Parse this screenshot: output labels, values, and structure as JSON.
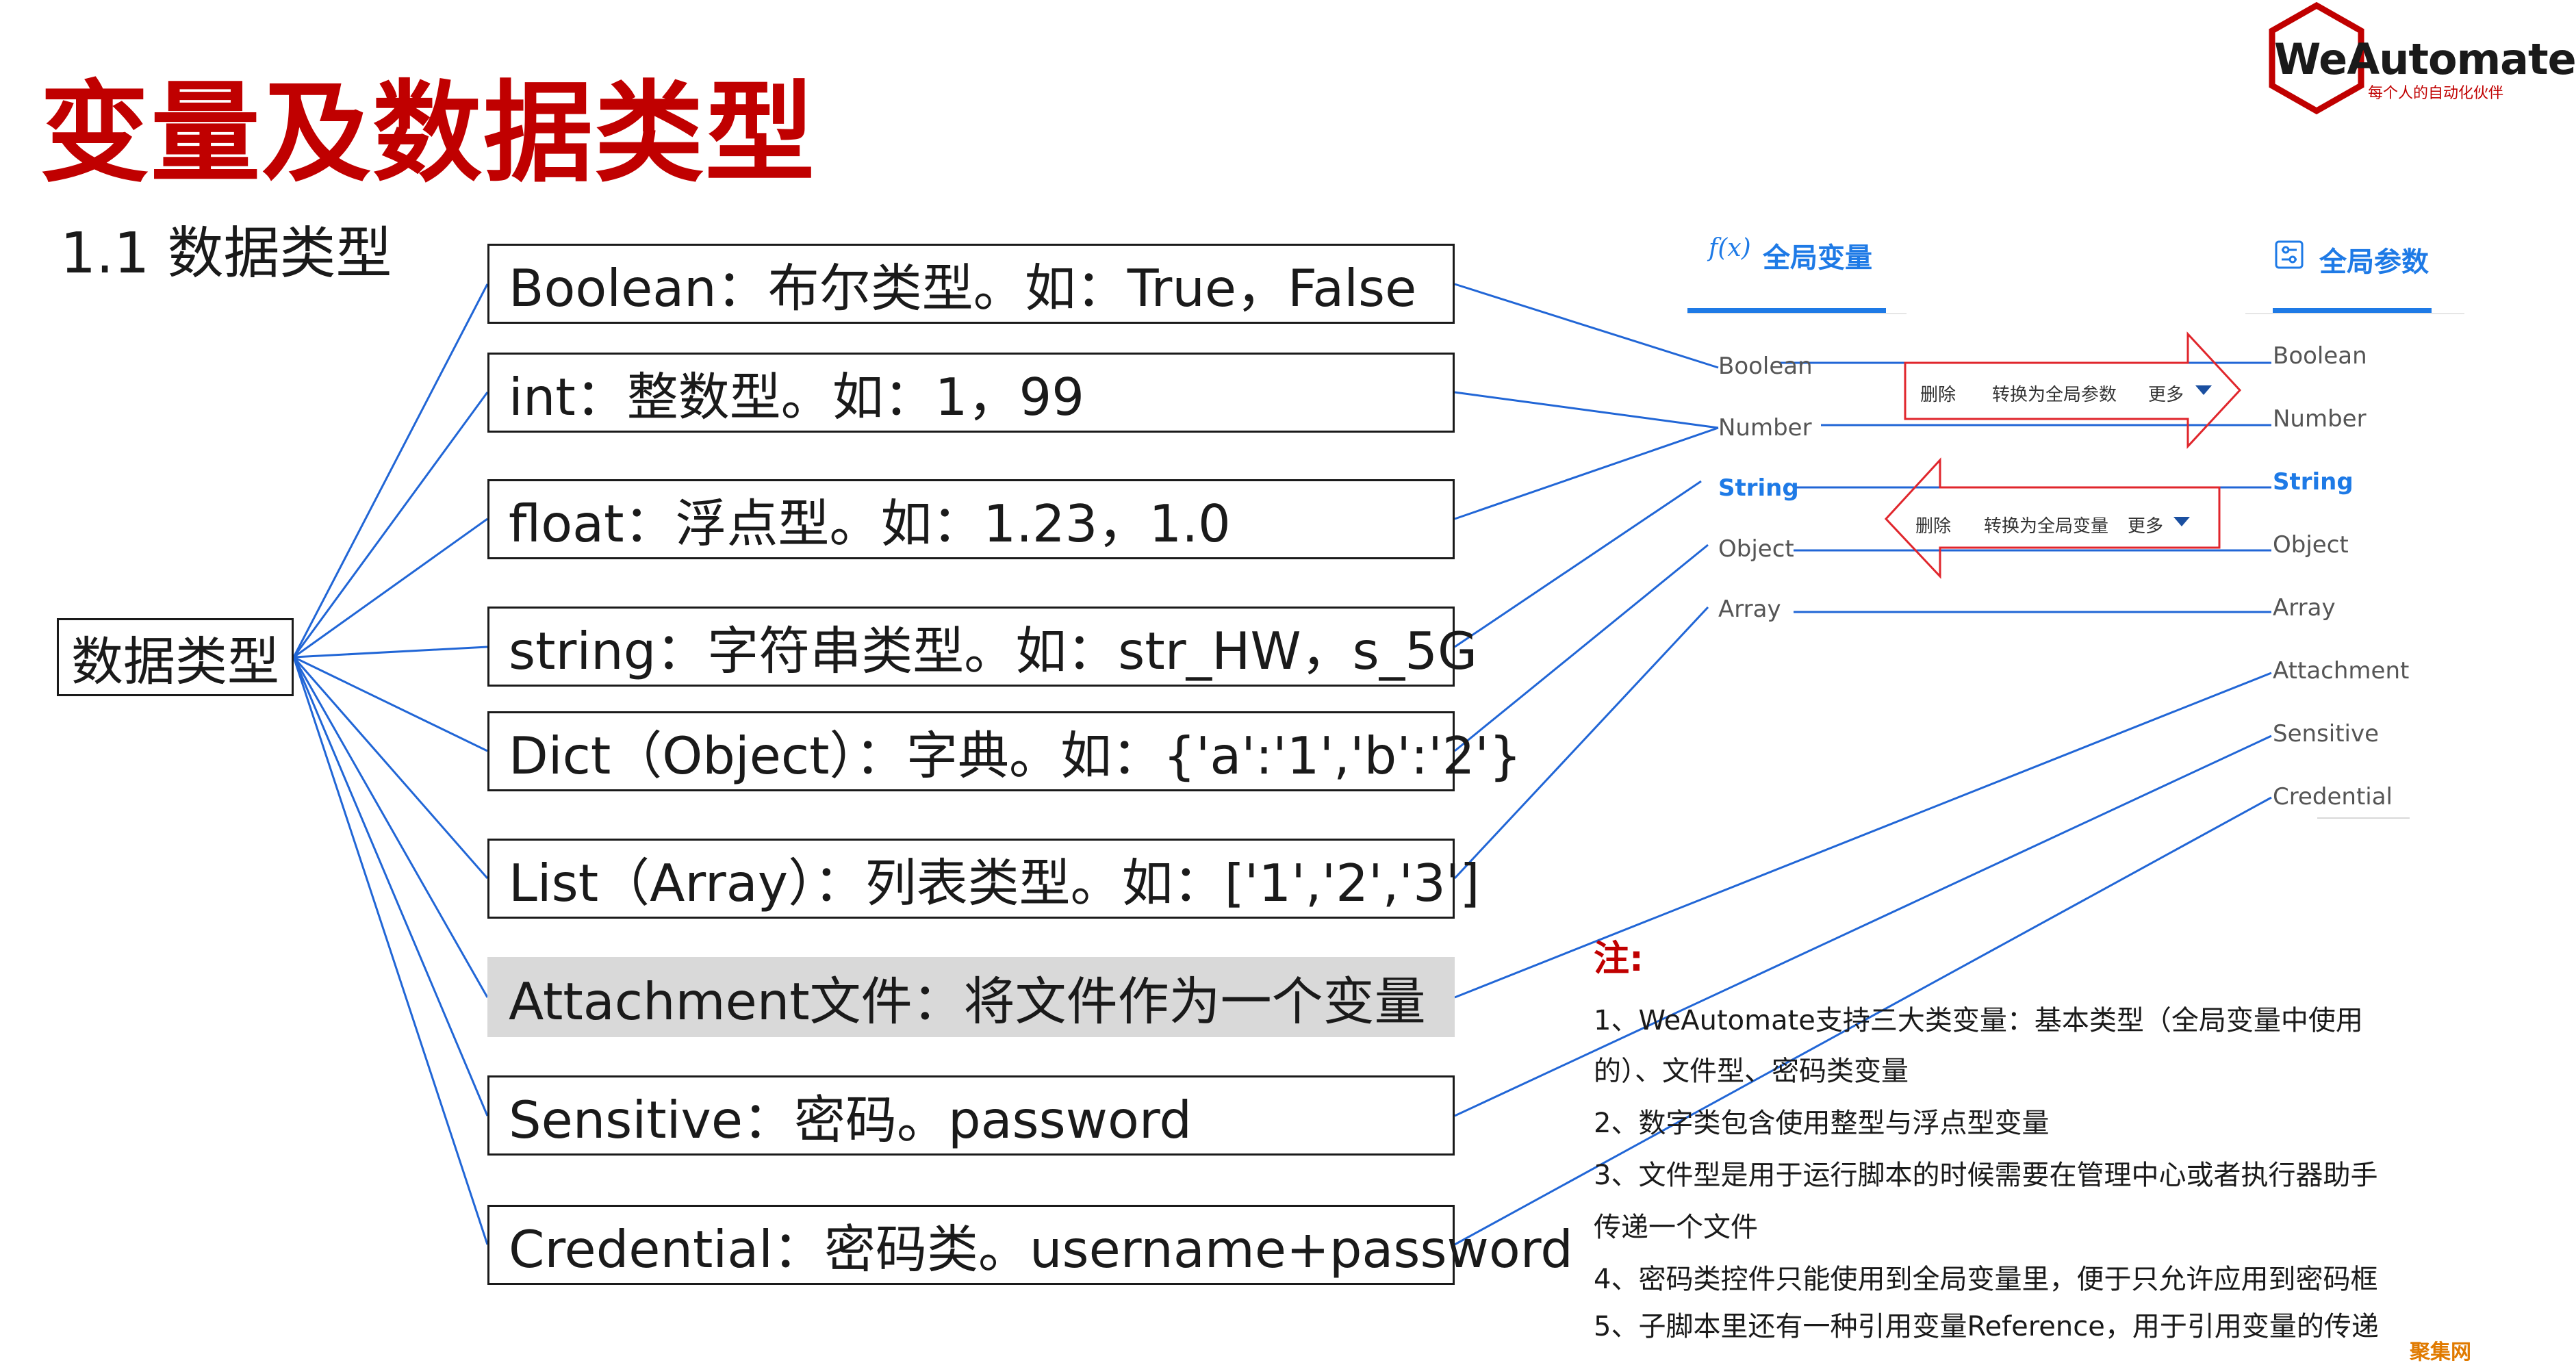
{
  "slide": {
    "title": "变量及数据类型",
    "subtitle": "1.1  数据类型",
    "root_label": "数据类型"
  },
  "types": [
    {
      "label": "Boolean：布尔类型。如：True，False",
      "shaded": false
    },
    {
      "label": "int：整数型。如：1，99",
      "shaded": false
    },
    {
      "label": "float：浮点型。如：1.23，1.0",
      "shaded": false
    },
    {
      "label": "string：字符串类型。如：str_HW，s_5G",
      "shaded": false
    },
    {
      "label": "Dict（Object）：字典。如：{'a':'1','b':'2'}",
      "shaded": false
    },
    {
      "label": "List（Array）：列表类型。如：['1','2','3']",
      "shaded": false
    },
    {
      "label": "Attachment文件：将文件作为一个变量",
      "shaded": true
    },
    {
      "label": "Sensitive：密码。password",
      "shaded": false
    },
    {
      "label": "Credential：密码类。username+password",
      "shaded": false
    }
  ],
  "logo": {
    "name": "WeAutomate",
    "tagline": "每个人的自动化伙伴"
  },
  "global_variables_panel": {
    "icon": "function-icon",
    "title": "全局变量",
    "items": [
      "Boolean",
      "Number",
      "String",
      "Object",
      "Array"
    ],
    "active_item": "String"
  },
  "global_params_panel": {
    "icon": "settings-sliders-icon",
    "title": "全局参数",
    "items": [
      "Boolean",
      "Number",
      "String",
      "Object",
      "Array",
      "Attachment",
      "Sensitive",
      "Credential"
    ],
    "active_item": "String"
  },
  "context_menu_to_params": {
    "delete": "删除",
    "convert": "转换为全局参数",
    "more": "更多"
  },
  "context_menu_to_variables": {
    "delete": "删除",
    "convert": "转换为全局变量",
    "more": "更多"
  },
  "notes": {
    "title": "注:",
    "lines": [
      "1、WeAutomate支持三大类变量：基本类型（全局变量中使用",
      "的）、文件型、密码类变量",
      "2、数字类包含使用整型与浮点型变量",
      "3、文件型是用于运行脚本的时候需要在管理中心或者执行器助手",
      "传递一个文件",
      "4、密码类控件只能使用到全局变量里，便于只允许应用到密码框",
      "5、子脚本里还有一种引用变量Reference，用于引用变量的传递"
    ]
  },
  "watermark": "聚集网",
  "colors": {
    "accent_red": "#c00000",
    "line_blue": "#2166d6",
    "ui_blue": "#1e7ae6",
    "shade_gray": "#d9d9d9",
    "arrow_red": "#e0262c"
  }
}
